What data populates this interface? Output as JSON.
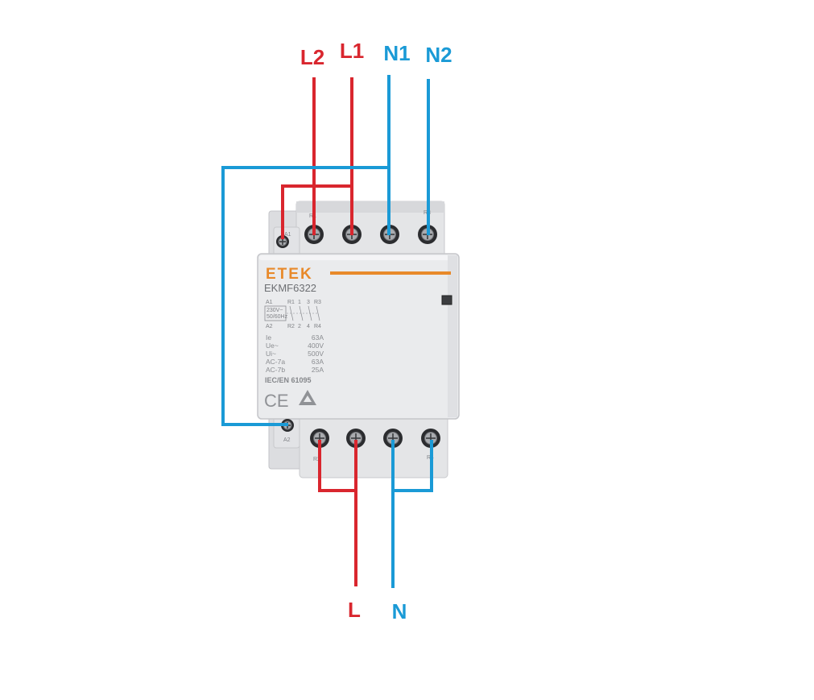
{
  "colors": {
    "line": "#d9262e",
    "neutral": "#1a9ad6",
    "brand": "#e8892a",
    "body": "#e7e8ea",
    "body_edge": "#c9cacd"
  },
  "labels": {
    "L2": "L2",
    "L1": "L1",
    "N1": "N1",
    "N2": "N2",
    "L": "L",
    "N": "N"
  },
  "device": {
    "brand": "ETEK",
    "model": "EKMF6322",
    "schematic": {
      "A1": "A1",
      "A2": "A2",
      "coil_voltage": "230V~",
      "coil_freq": "50/60Hz",
      "R1": "R1",
      "one": "1",
      "three": "3",
      "R3": "R3",
      "R2": "R2",
      "two": "2",
      "four": "4",
      "R4": "R4"
    },
    "specs": [
      {
        "name": "Ie",
        "value": "63A"
      },
      {
        "name": "Ue~",
        "value": "400V"
      },
      {
        "name": "Ui~",
        "value": "500V"
      },
      {
        "name": "AC-7a",
        "value": "63A"
      },
      {
        "name": "AC-7b",
        "value": "25A"
      }
    ],
    "standard": "IEC/EN 61095",
    "ce_mark": "CE",
    "terminal_A1": "A1",
    "terminal_A2": "A2",
    "top_marks": {
      "left": "R1",
      "right": "R3"
    },
    "bottom_marks": {
      "left": "R2",
      "right": "R4"
    }
  }
}
